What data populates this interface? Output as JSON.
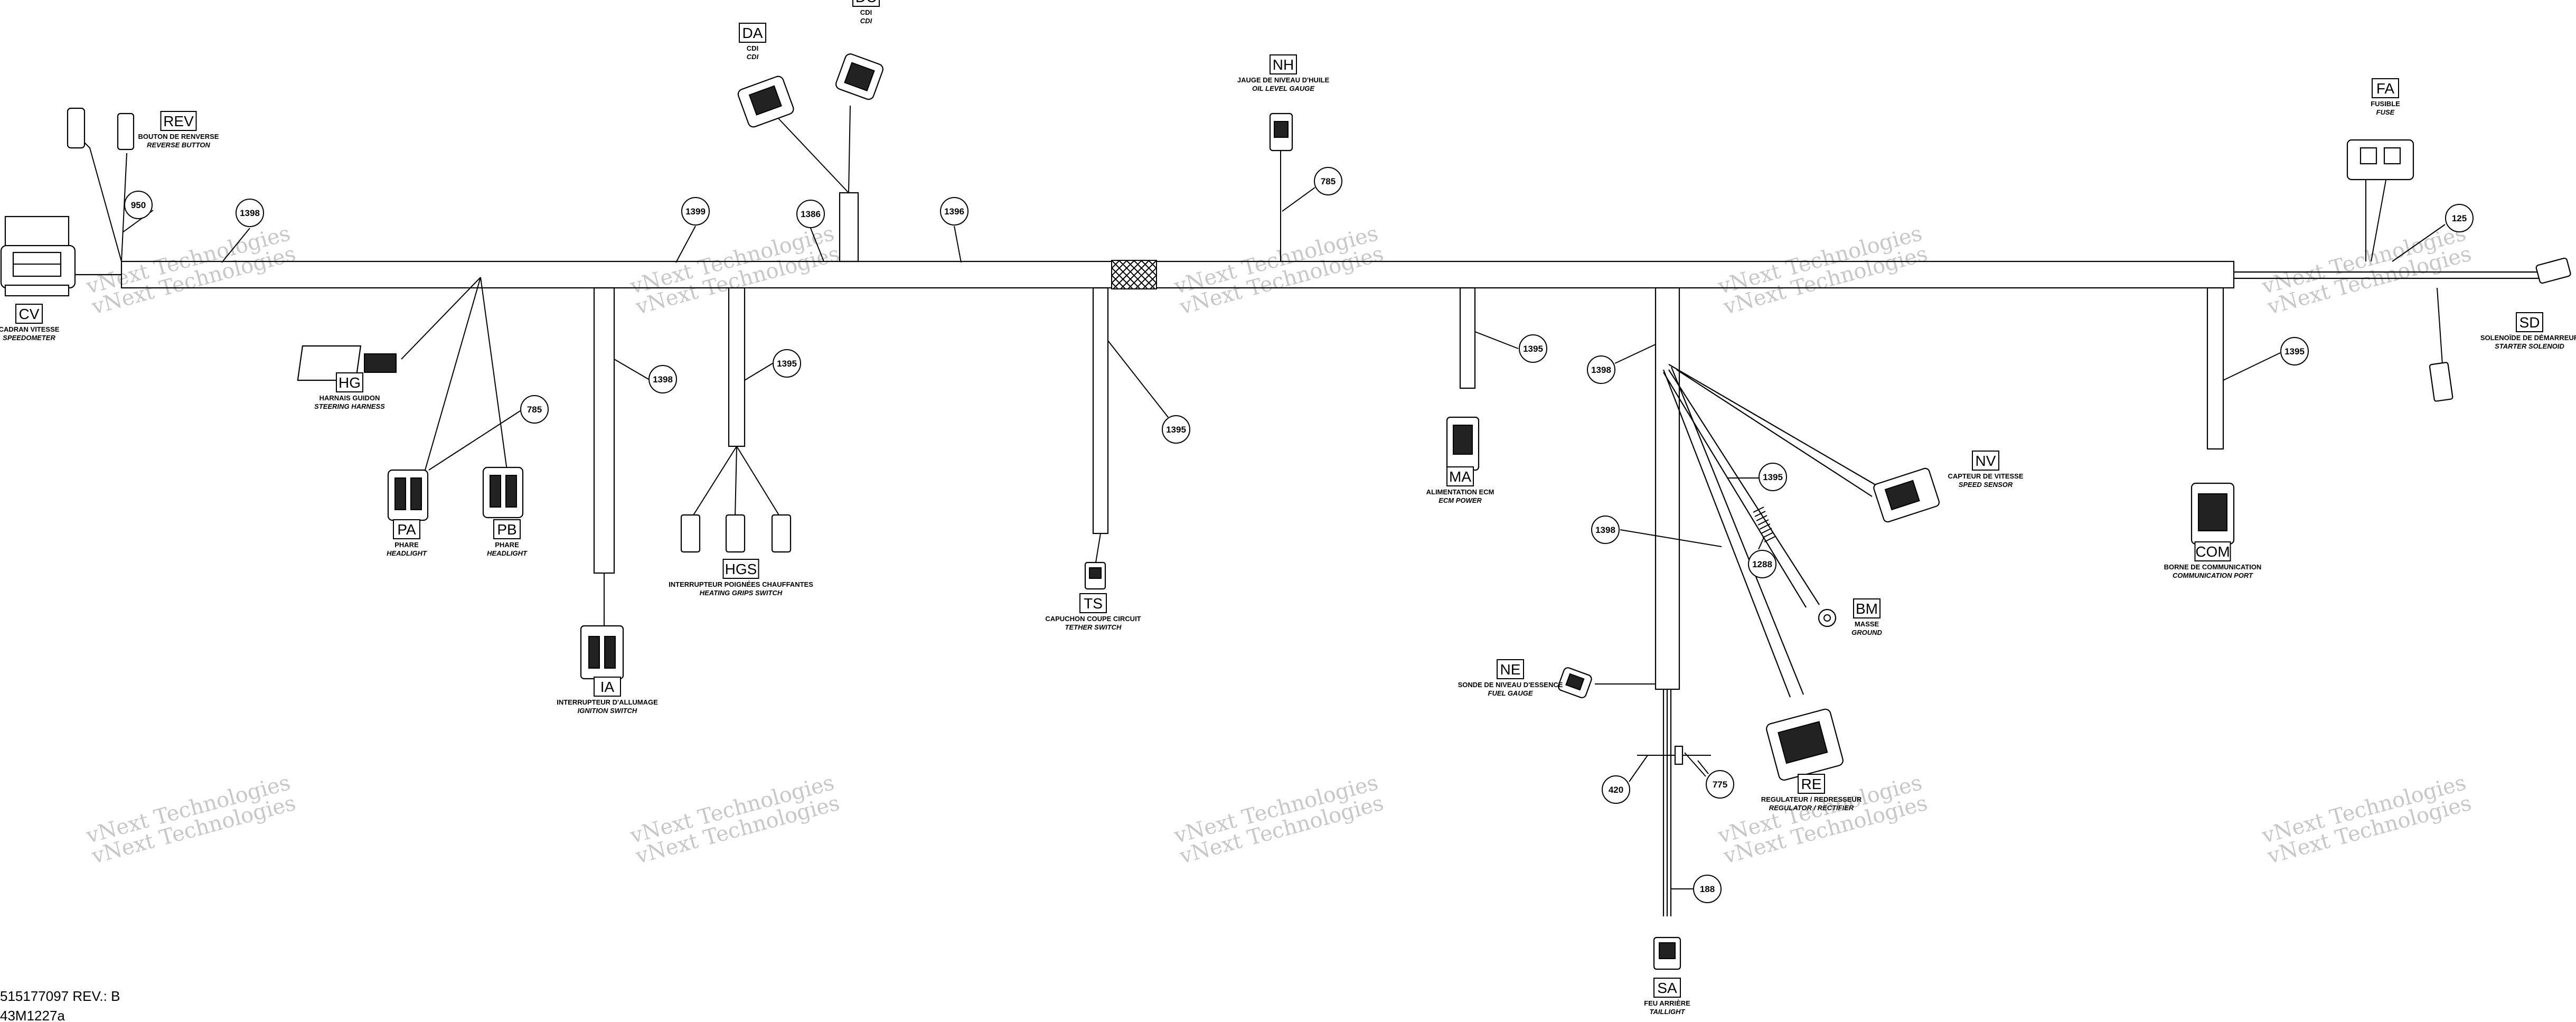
{
  "watermark": "vNext Technologies",
  "footer": {
    "part_line": "515177097  REV.: B",
    "figure": "43M1227a"
  },
  "connectors": [
    {
      "id": "cv",
      "code": "CV",
      "fr": "CADRAN VITESSE",
      "en": "SPEEDOMETER"
    },
    {
      "id": "rev",
      "code": "REV",
      "fr": "BOUTON DE RENVERSE",
      "en": "REVERSE BUTTON"
    },
    {
      "id": "hg",
      "code": "HG",
      "fr": "HARNAIS GUIDON",
      "en": "STEERING HARNESS"
    },
    {
      "id": "pa",
      "code": "PA",
      "fr": "PHARE",
      "en": "HEADLIGHT"
    },
    {
      "id": "pb",
      "code": "PB",
      "fr": "PHARE",
      "en": "HEADLIGHT"
    },
    {
      "id": "ia",
      "code": "IA",
      "fr": "INTERRUPTEUR D'ALLUMAGE",
      "en": "IGNITION SWITCH"
    },
    {
      "id": "hgs",
      "code": "HGS",
      "fr": "INTERRUPTEUR POIGNÉES CHAUFFANTES",
      "en": "HEATING GRIPS SWITCH"
    },
    {
      "id": "da",
      "code": "DA",
      "fr": "CDI",
      "en": "CDI"
    },
    {
      "id": "dc",
      "code": "DC",
      "fr": "CDI",
      "en": "CDI"
    },
    {
      "id": "ts",
      "code": "TS",
      "fr": "CAPUCHON COUPE CIRCUIT",
      "en": "TETHER SWITCH"
    },
    {
      "id": "nh",
      "code": "NH",
      "fr": "JAUGE DE NIVEAU D'HUILE",
      "en": "OIL LEVEL GAUGE"
    },
    {
      "id": "ma",
      "code": "MA",
      "fr": "ALIMENTATION ECM",
      "en": "ECM POWER"
    },
    {
      "id": "nv",
      "code": "NV",
      "fr": "CAPTEUR DE VITESSE",
      "en": "SPEED SENSOR"
    },
    {
      "id": "bm",
      "code": "BM",
      "fr": "MASSE",
      "en": "GROUND"
    },
    {
      "id": "ne",
      "code": "NE",
      "fr": "SONDE DE NIVEAU D'ESSENCE",
      "en": "FUEL GAUGE"
    },
    {
      "id": "re",
      "code": "RE",
      "fr": "REGULATEUR / REDRESSEUR",
      "en": "REGULATOR / RECTIFIER"
    },
    {
      "id": "sa",
      "code": "SA",
      "fr": "FEU ARRIÈRE",
      "en": "TAILLIGHT"
    },
    {
      "id": "com",
      "code": "COM",
      "fr": "BORNE DE COMMUNICATION",
      "en": "COMMUNICATION PORT"
    },
    {
      "id": "fa",
      "code": "FA",
      "fr": "FUSIBLE",
      "en": "FUSE"
    },
    {
      "id": "sd",
      "code": "SD",
      "fr": "SOLENOÏDE DE DÉMARREUR",
      "en": "STARTER SOLENOID"
    }
  ],
  "lengths": [
    {
      "id": "l1",
      "value": "950"
    },
    {
      "id": "l2",
      "value": "1398"
    },
    {
      "id": "l3",
      "value": "1399"
    },
    {
      "id": "l4",
      "value": "1386"
    },
    {
      "id": "l5",
      "value": "1396"
    },
    {
      "id": "l6",
      "value": "785"
    },
    {
      "id": "l7",
      "value": "125"
    },
    {
      "id": "l8",
      "value": "785"
    },
    {
      "id": "l9",
      "value": "1398"
    },
    {
      "id": "l10",
      "value": "1395"
    },
    {
      "id": "l11",
      "value": "1395"
    },
    {
      "id": "l12",
      "value": "1395"
    },
    {
      "id": "l13",
      "value": "1398"
    },
    {
      "id": "l14",
      "value": "1395"
    },
    {
      "id": "l15",
      "value": "1398"
    },
    {
      "id": "l16",
      "value": "1288"
    },
    {
      "id": "l17",
      "value": "1395"
    },
    {
      "id": "l18",
      "value": "420"
    },
    {
      "id": "l19",
      "value": "775"
    },
    {
      "id": "l20",
      "value": "188"
    }
  ]
}
